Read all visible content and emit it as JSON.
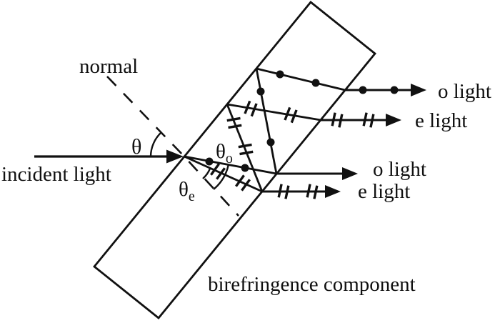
{
  "figure": {
    "background": "#ffffff",
    "ink": "#111111",
    "description": "Ray diagram of light refracting through a tilted birefringence component, splitting into ordinary (o) and extraordinary (e) rays with internal reflections producing two pairs of output beams"
  },
  "labels": {
    "normal": "normal",
    "incident_light": "incident light",
    "theta": "θ",
    "theta_o": {
      "symbol": "θ",
      "sub": "o"
    },
    "theta_e": {
      "symbol": "θ",
      "sub": "e"
    },
    "outputs": {
      "o_upper": "o light",
      "e_upper": "e light",
      "o_lower": "o light",
      "e_lower": "e light"
    },
    "component": "birefringence component"
  },
  "icons": {
    "incident_arrow": "solid-triangle-arrowhead",
    "output_arrows": "solid-triangle-arrowhead",
    "o_ray_marker": "filled-dot",
    "e_ray_marker": "double-tick",
    "normal_style": "dashed-line",
    "angle_arcs": [
      "theta-arc",
      "theta-o-arc",
      "theta-e-arc"
    ]
  }
}
